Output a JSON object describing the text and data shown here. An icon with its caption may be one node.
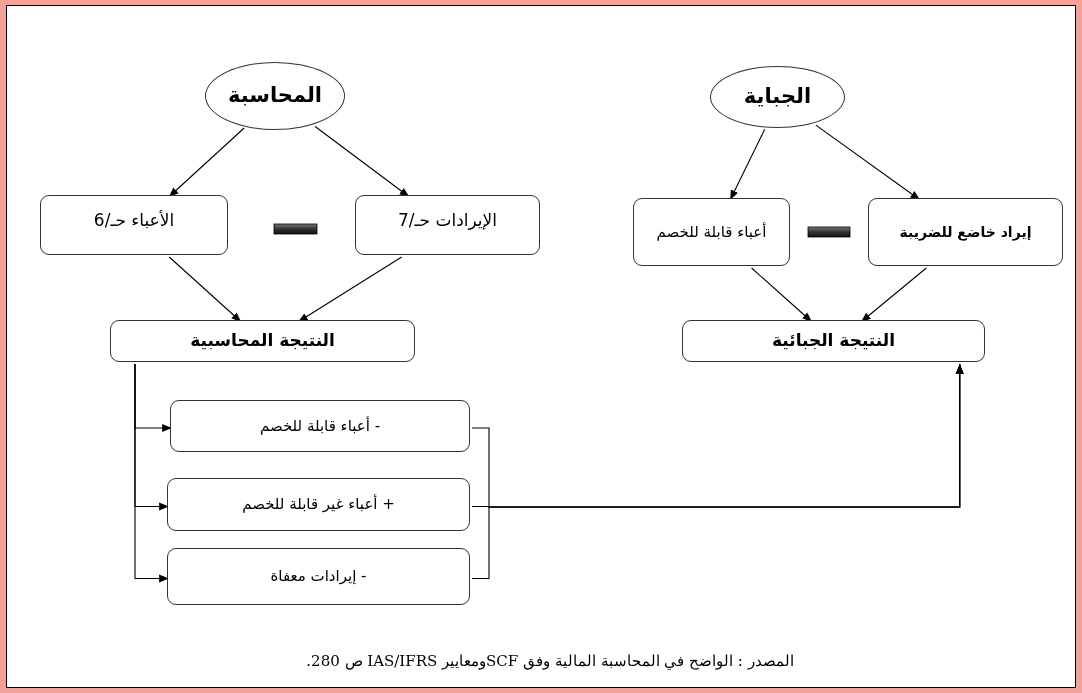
{
  "diagram": {
    "nodes": [
      {
        "text": [
          "المحاسبة"
        ]
      },
      {
        "text": [
          "الإيرادات حـ/7"
        ]
      },
      {
        "text": [
          "الأعباء حـ/6"
        ]
      },
      {
        "text": [
          "النتيجة المحاسبية"
        ]
      },
      {
        "text": [
          "الجباية"
        ]
      },
      {
        "text": [
          "إيراد خاضع للضريبة"
        ]
      },
      {
        "text": [
          "أعباء قابلة للخصم"
        ]
      },
      {
        "text": [
          "النتيجة الجبائية"
        ]
      },
      {
        "text": [
          "- أعباء قابلة للخصم"
        ]
      },
      {
        "text": [
          "+ أعباء غير قابلة للخصم"
        ]
      },
      {
        "text": [
          "- إيرادات معفاة"
        ]
      }
    ],
    "edges": [
      {
        "from": 0,
        "to": 2,
        "arrow": "to"
      },
      {
        "from": 0,
        "to": 1,
        "arrow": "to"
      },
      {
        "from": 2,
        "to": 3,
        "arrow": "to"
      },
      {
        "from": 1,
        "to": 3,
        "arrow": "to"
      },
      {
        "from": 4,
        "to": 6,
        "arrow": "to"
      },
      {
        "from": 4,
        "to": 5,
        "arrow": "to"
      },
      {
        "from": 6,
        "to": 7,
        "arrow": "to"
      },
      {
        "from": 5,
        "to": 7,
        "arrow": "to"
      },
      {
        "from": 3,
        "to": 8,
        "arrow": "to"
      },
      {
        "from": 3,
        "to": 9,
        "arrow": "to"
      },
      {
        "from": 3,
        "to": 10,
        "arrow": "to"
      },
      {
        "from": 8,
        "to": 7,
        "arrow": "to"
      },
      {
        "from": 9,
        "to": 7,
        "arrow": "to"
      },
      {
        "from": 10,
        "to": 7,
        "arrow": "to"
      }
    ],
    "caption": "المصدر : الواضح في المحاسبة المالية وفق SCFومعايير IAS/IFRS ص 280."
  }
}
